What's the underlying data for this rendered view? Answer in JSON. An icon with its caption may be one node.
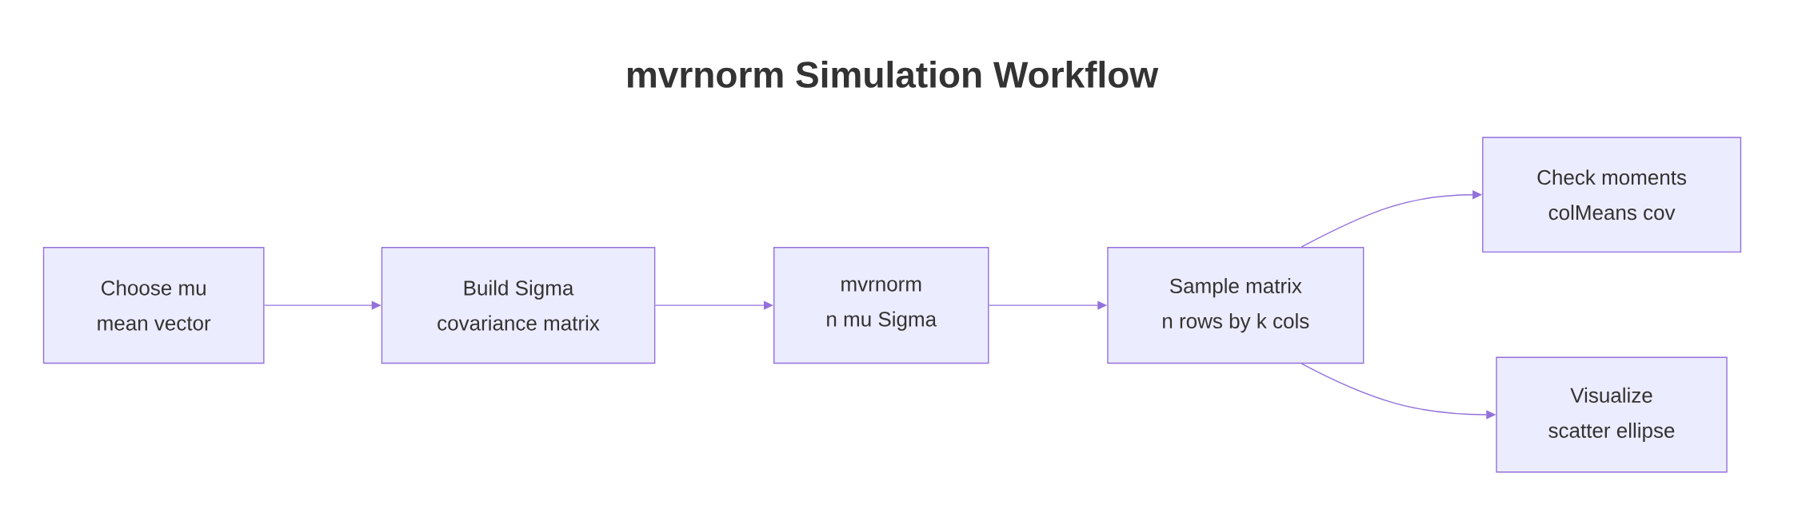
{
  "diagram": {
    "title": "mvrnorm Simulation Workflow",
    "nodes": [
      {
        "text": [
          "Choose mu",
          "mean vector"
        ]
      },
      {
        "text": [
          "Build Sigma",
          "covariance matrix"
        ]
      },
      {
        "text": [
          "mvrnorm",
          "n mu Sigma"
        ]
      },
      {
        "text": [
          "Sample matrix",
          "n rows by k cols"
        ]
      },
      {
        "text": [
          "Check moments",
          "colMeans cov"
        ]
      },
      {
        "text": [
          "Visualize",
          "scatter ellipse"
        ]
      }
    ],
    "edges": [
      {
        "from": 0,
        "to": 1,
        "arrow": "to"
      },
      {
        "from": 1,
        "to": 2,
        "arrow": "to"
      },
      {
        "from": 2,
        "to": 3,
        "arrow": "to"
      },
      {
        "from": 3,
        "to": 4,
        "arrow": "to"
      },
      {
        "from": 3,
        "to": 5,
        "arrow": "to"
      }
    ]
  }
}
